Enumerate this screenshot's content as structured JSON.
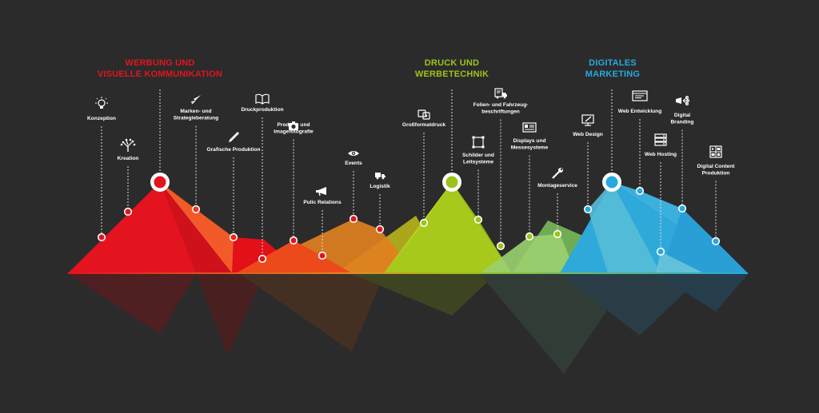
{
  "categories": [
    {
      "line1": "WERBUNG UND",
      "line2": "VISUELLE KOMMUNIKATION",
      "color": "#e3141f"
    },
    {
      "line1": "DRUCK UND",
      "line2": "WERBETECHNIK",
      "color": "#9cc31a"
    },
    {
      "line1": "DIGITALES",
      "line2": "MARKETING",
      "color": "#26a9e0"
    }
  ],
  "services": [
    {
      "lines": [
        "Konzeption"
      ],
      "icon": "lightbulb-icon",
      "color": "#e3141f"
    },
    {
      "lines": [
        "Kreation"
      ],
      "icon": "tree-icon",
      "color": "#e3141f"
    },
    {
      "lines": [
        "Marken- und",
        "Strategieberatung"
      ],
      "icon": "rocket-icon",
      "color": "#f23a1c"
    },
    {
      "lines": [
        "Grafische Produktion"
      ],
      "icon": "pencil-icon",
      "color": "#f2231a"
    },
    {
      "lines": [
        "Druckproduktion"
      ],
      "icon": "book-icon",
      "color": "#e3141f"
    },
    {
      "lines": [
        "Produkt- und",
        "Imagefotografie"
      ],
      "icon": "camera-icon",
      "color": "#e3141f"
    },
    {
      "lines": [
        "Pulic Relations"
      ],
      "icon": "megaphone-icon",
      "color": "#e3141f"
    },
    {
      "lines": [
        "Events"
      ],
      "icon": "eye-icon",
      "color": "#e3141f"
    },
    {
      "lines": [
        "Logistik"
      ],
      "icon": "truck-icon",
      "color": "#e3141f"
    },
    {
      "lines": [
        "Großformatdruck"
      ],
      "icon": "printer-icon",
      "color": "#9cc31a"
    },
    {
      "lines": [
        "Schilder und",
        "Leitsysteme"
      ],
      "icon": "frame-icon",
      "color": "#9cc31a"
    },
    {
      "lines": [
        "Folien- und Fahrzeug-",
        "beschriftungen"
      ],
      "icon": "vehicle-icon",
      "color": "#9cc31a"
    },
    {
      "lines": [
        "Displays und",
        "Messesysteme"
      ],
      "icon": "display-icon",
      "color": "#9cc31a"
    },
    {
      "lines": [
        "Montageservice"
      ],
      "icon": "wrench-icon",
      "color": "#9cc31a"
    },
    {
      "lines": [
        "Web Design"
      ],
      "icon": "monitor-pen-icon",
      "color": "#26a9e0"
    },
    {
      "lines": [
        "Web Entwicklung"
      ],
      "icon": "code-window-icon",
      "color": "#26a9e0"
    },
    {
      "lines": [
        "Web Hosting"
      ],
      "icon": "server-icon",
      "color": "#26a9e0"
    },
    {
      "lines": [
        "Digital",
        "Branding"
      ],
      "icon": "share-icon",
      "color": "#26a9e0"
    },
    {
      "lines": [
        "Digital Content",
        "Produktion"
      ],
      "icon": "content-grid-icon",
      "color": "#26a9e0"
    }
  ]
}
